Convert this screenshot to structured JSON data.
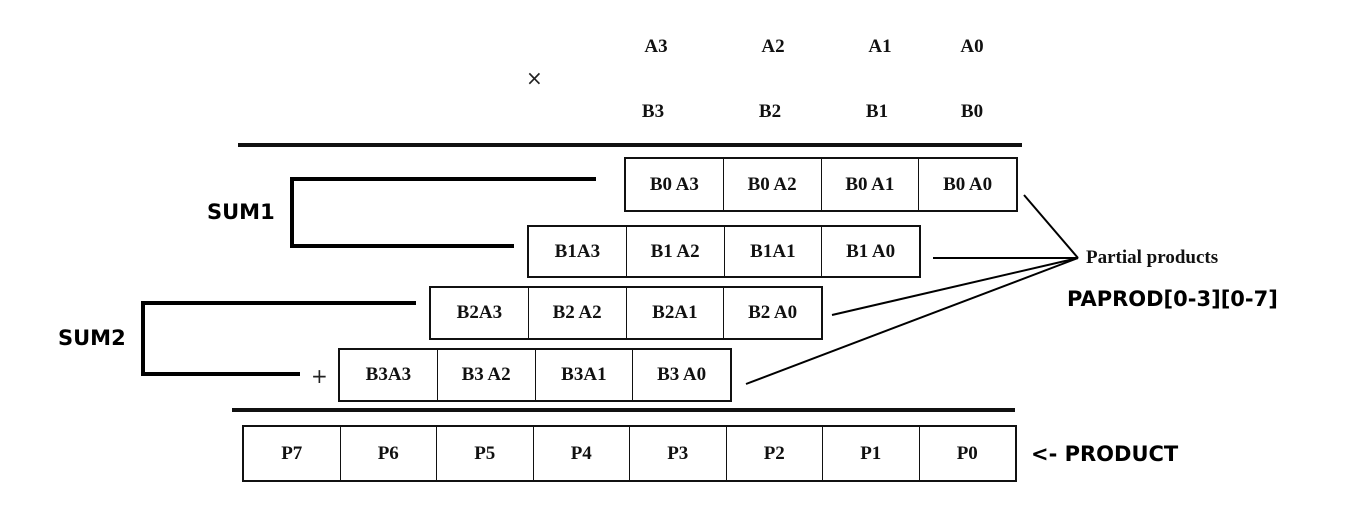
{
  "operand_a": [
    "A3",
    "A2",
    "A1",
    "A0"
  ],
  "operand_b": [
    "B3",
    "B2",
    "B1",
    "B0"
  ],
  "times_symbol": "×",
  "plus_symbol": "+",
  "partial_rows": [
    [
      "B0 A3",
      "B0 A2",
      "B0 A1",
      "B0 A0"
    ],
    [
      "B1A3",
      "B1 A2",
      "B1A1",
      "B1 A0"
    ],
    [
      "B2A3",
      "B2 A2",
      "B2A1",
      "B2 A0"
    ],
    [
      "B3A3",
      "B3 A2",
      "B3A1",
      "B3 A0"
    ]
  ],
  "product_row": [
    "P7",
    "P6",
    "P5",
    "P4",
    "P3",
    "P2",
    "P1",
    "P0"
  ],
  "labels": {
    "sum1": "SUM1",
    "sum2": "SUM2",
    "partial_products": "Partial products",
    "paprod": "PAPROD[0-3][0-7]",
    "product": "<- PRODUCT"
  }
}
